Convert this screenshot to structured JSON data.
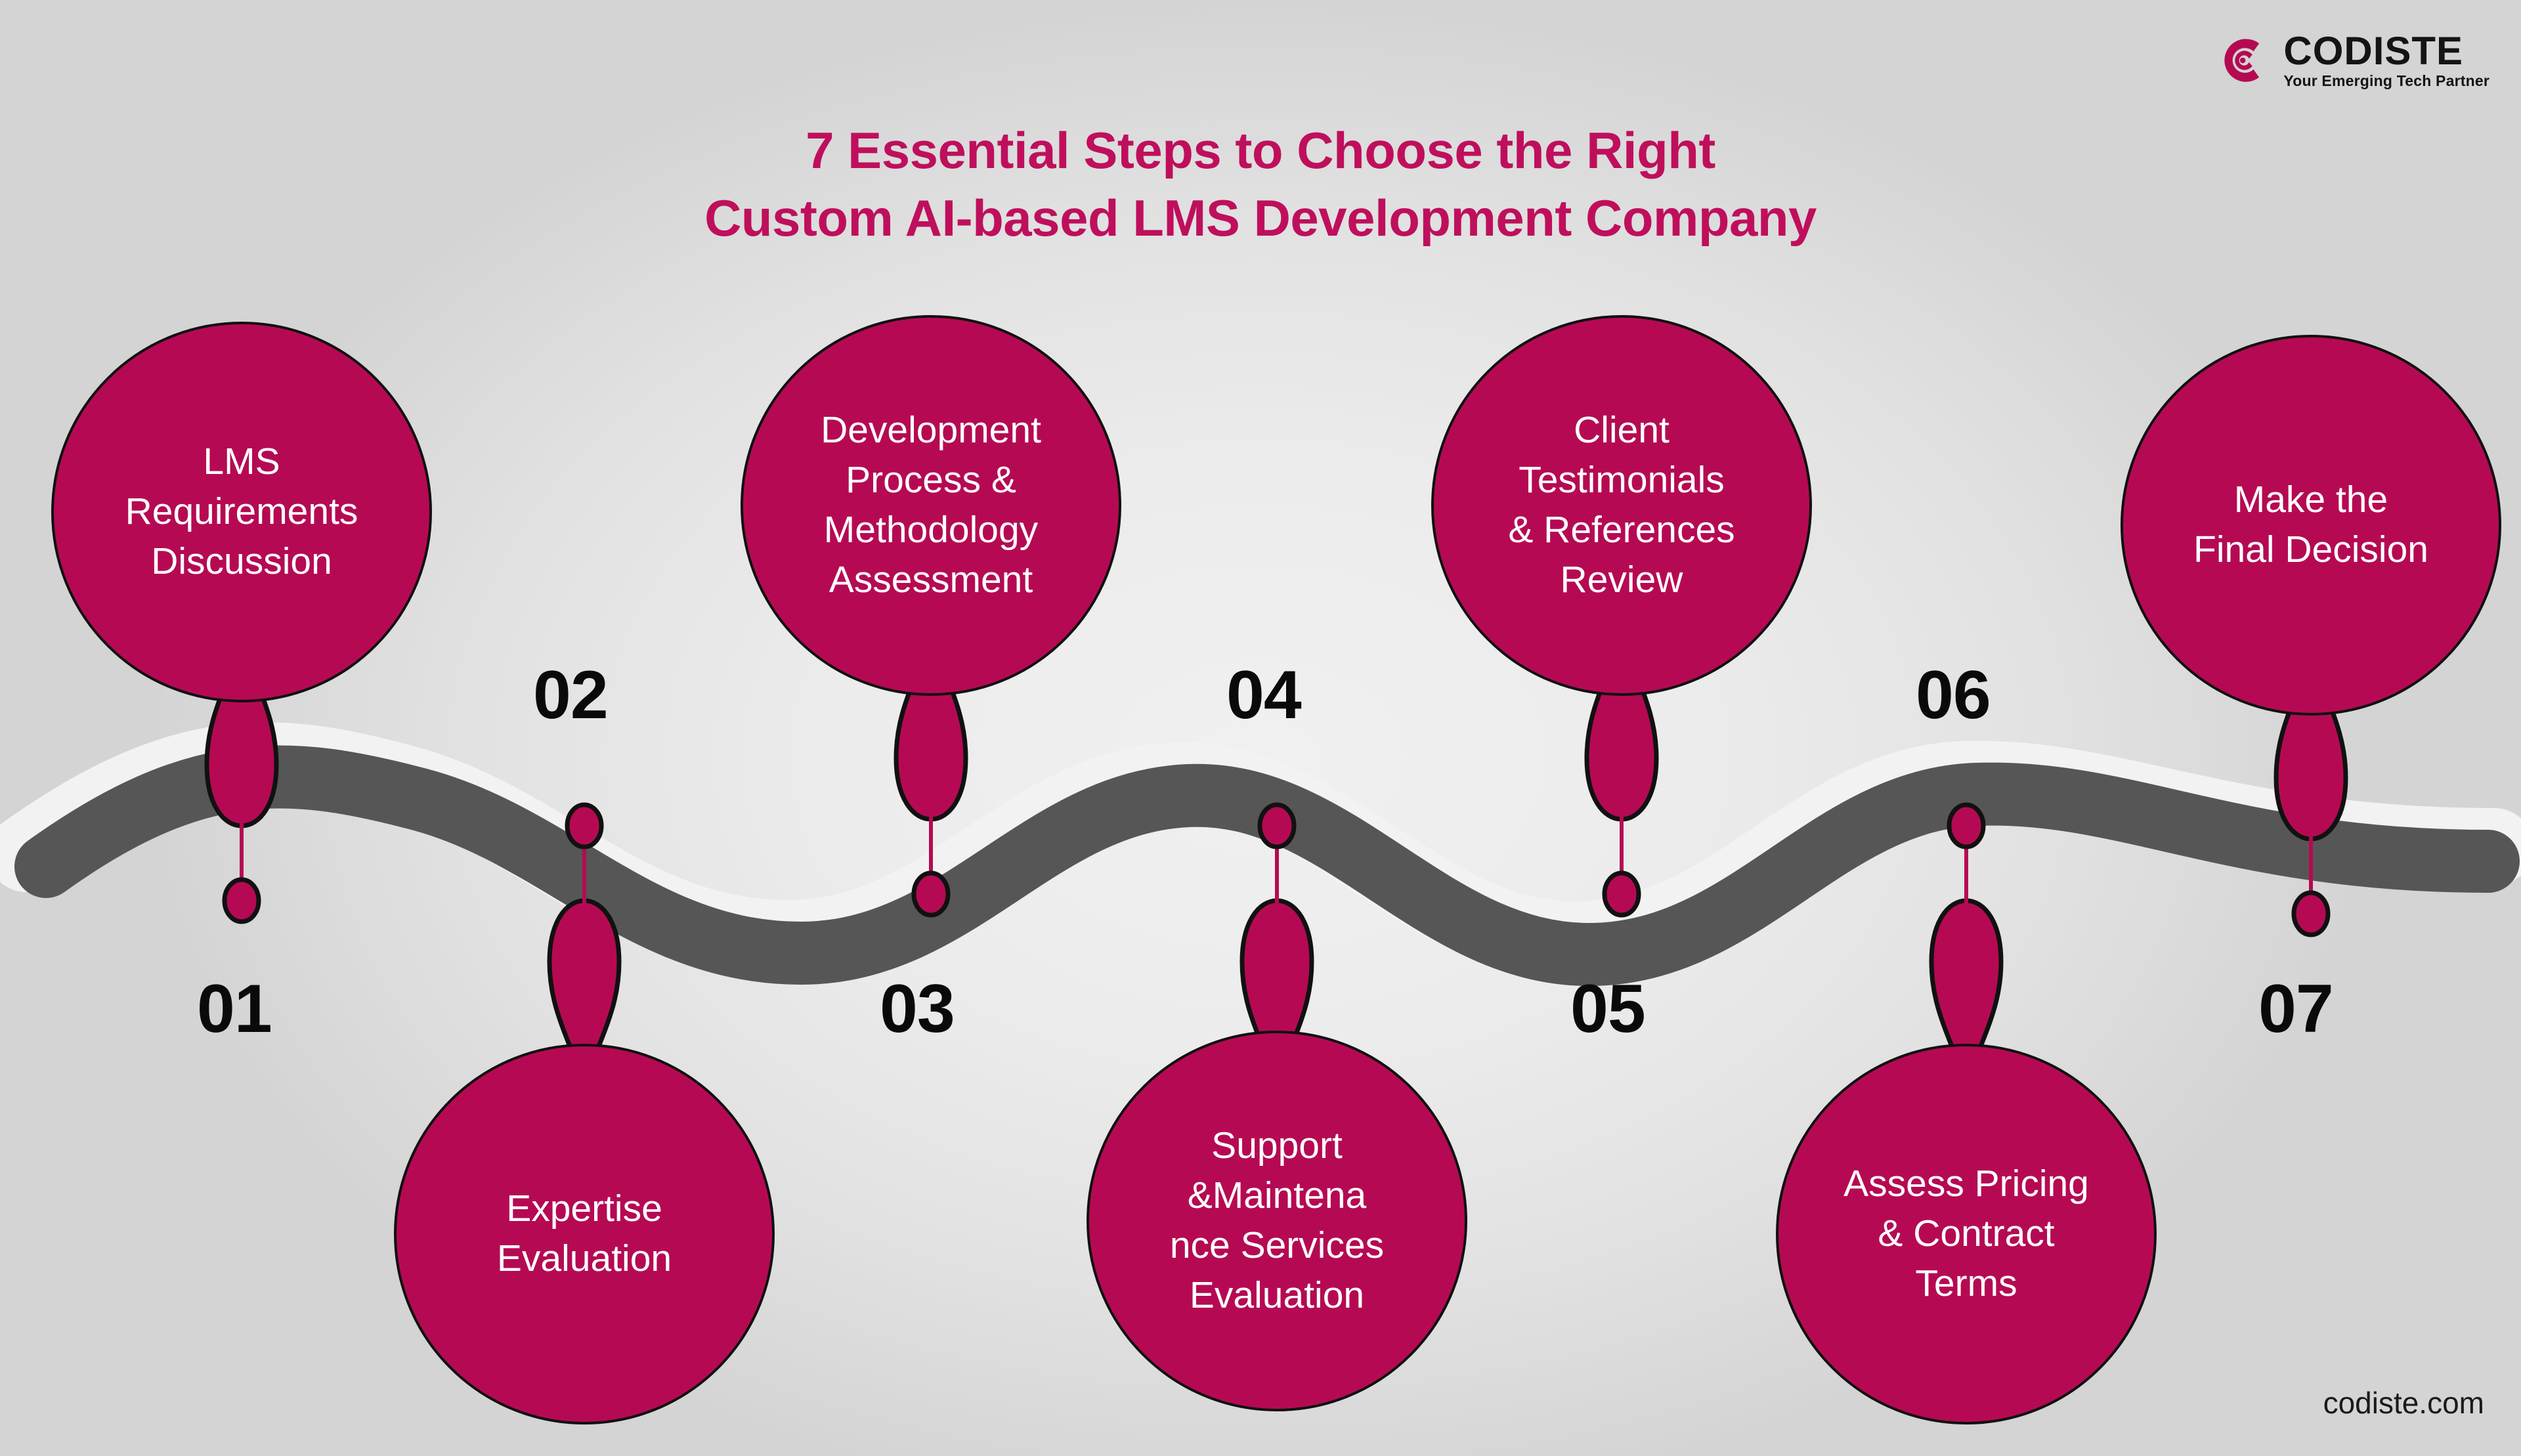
{
  "brand": {
    "name": "CODISTE",
    "tagline": "Your Emerging Tech Partner",
    "website": "codiste.com",
    "accent_color": "#b50a53",
    "title_color": "#bf0f5c",
    "road_color": "#555555",
    "number_color": "#0a0a0a"
  },
  "title": {
    "line1": "7 Essential Steps to Choose the Right",
    "line2": "Custom AI-based LMS Development Company"
  },
  "steps": [
    {
      "number": "01",
      "label": "LMS\nRequirements\nDiscussion",
      "position": "top"
    },
    {
      "number": "02",
      "label": "Expertise\nEvaluation",
      "position": "bottom"
    },
    {
      "number": "03",
      "label": "Development\nProcess &\nMethodology\nAssessment",
      "position": "top"
    },
    {
      "number": "04",
      "label": "Support\n&Maintena\nnce Services\nEvaluation",
      "position": "bottom"
    },
    {
      "number": "05",
      "label": "Client\nTestimonials\n& References\nReview",
      "position": "top"
    },
    {
      "number": "06",
      "label": "Assess Pricing\n& Contract\nTerms",
      "position": "bottom"
    },
    {
      "number": "07",
      "label": "Make the\nFinal Decision",
      "position": "top"
    }
  ],
  "chart_data": {
    "type": "diagram",
    "title": "7 Essential Steps to Choose the Right Custom AI-based LMS Development Company",
    "layout": "alternating-wave-timeline",
    "node_count": 7,
    "nodes": [
      {
        "index": 1,
        "number": "01",
        "label": "LMS Requirements Discussion",
        "side": "above-wave"
      },
      {
        "index": 2,
        "number": "02",
        "label": "Expertise Evaluation",
        "side": "below-wave"
      },
      {
        "index": 3,
        "number": "03",
        "label": "Development Process & Methodology Assessment",
        "side": "above-wave"
      },
      {
        "index": 4,
        "number": "04",
        "label": "Support &Maintenance Services Evaluation",
        "side": "below-wave"
      },
      {
        "index": 5,
        "number": "05",
        "label": "Client Testimonials & References Review",
        "side": "above-wave"
      },
      {
        "index": 6,
        "number": "06",
        "label": "Assess Pricing & Contract Terms",
        "side": "below-wave"
      },
      {
        "index": 7,
        "number": "07",
        "label": "Make the Final Decision",
        "side": "above-wave"
      }
    ]
  }
}
